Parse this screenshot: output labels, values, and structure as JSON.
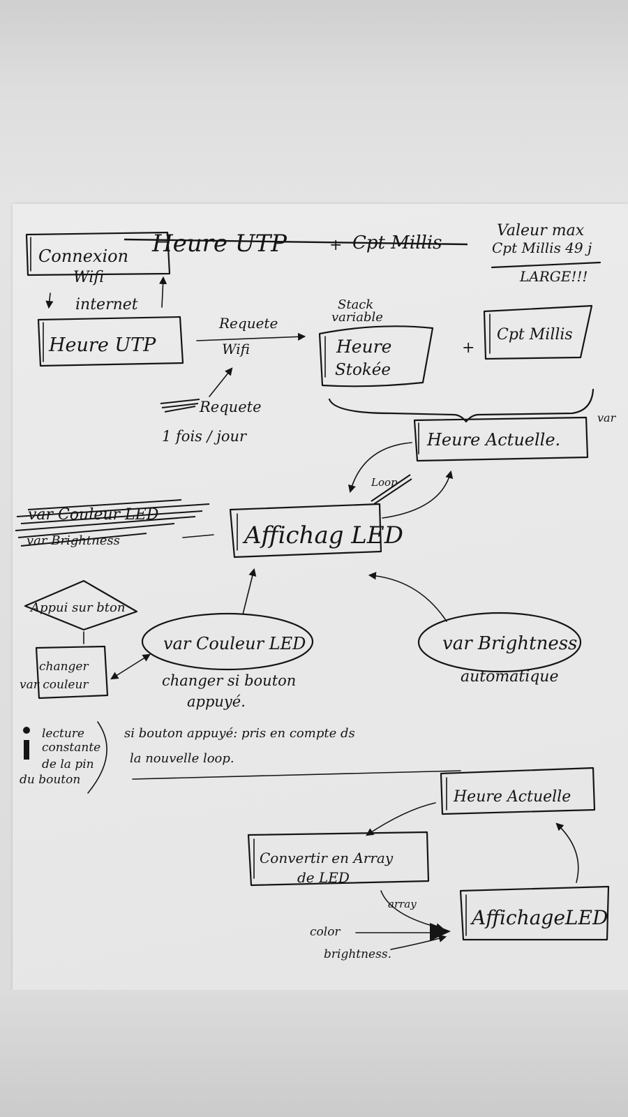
{
  "header": {
    "struck_title": "Heure UTP",
    "plus": "+",
    "struck_cpt": "Cpt Millis"
  },
  "note_max": {
    "line1": "Valeur max",
    "line2": "Cpt Millis 49 j",
    "line3": "LARGE!!!"
  },
  "boxes": {
    "connexion_wifi_1": "Connexion",
    "connexion_wifi_2": "Wifi",
    "heure_utp": "Heure UTP",
    "heure_stockee_1": "Heure",
    "heure_stockee_2": "Stokée",
    "cpt_millis": "Cpt Millis",
    "heure_actuelle": "Heure Actuelle.",
    "affichage_led": "Affichag LED",
    "changer_couleur_1": "changer",
    "changer_couleur_2": "var couleur",
    "heure_actuelle_2": "Heure Actuelle",
    "convertir_1": "Convertir en Array",
    "convertir_2": "de LED",
    "affichage_led_2": "AffichageLED"
  },
  "labels": {
    "internet": "internet",
    "requete_top": "Requete",
    "wifi_under": "Wifi",
    "stack_1": "Stack",
    "stack_2": "variable",
    "plus2": "+",
    "requete_note_1": "Requete",
    "requete_note_2": "1 fois / jour",
    "var_cut": "var",
    "loop": "Loop",
    "struck_var_couleur": "var Couleur LED",
    "struck_brightness": "var Brightness",
    "appui_bouton": "Appui sur bton",
    "var_couleur_led": "var Couleur LED",
    "changer_note_1": "changer si bouton",
    "changer_note_2": "appuyé.",
    "var_brightness": "var Brightness",
    "automatique": "automatique",
    "lecture_1": "lecture",
    "lecture_2": "constante",
    "lecture_3": "de la pin",
    "lecture_4": "du bouton",
    "si_bouton_1": "si bouton appuyé: pris en compte ds",
    "si_bouton_2": "la nouvelle loop.",
    "array": "array",
    "color": "color",
    "brightness": "brightness."
  }
}
